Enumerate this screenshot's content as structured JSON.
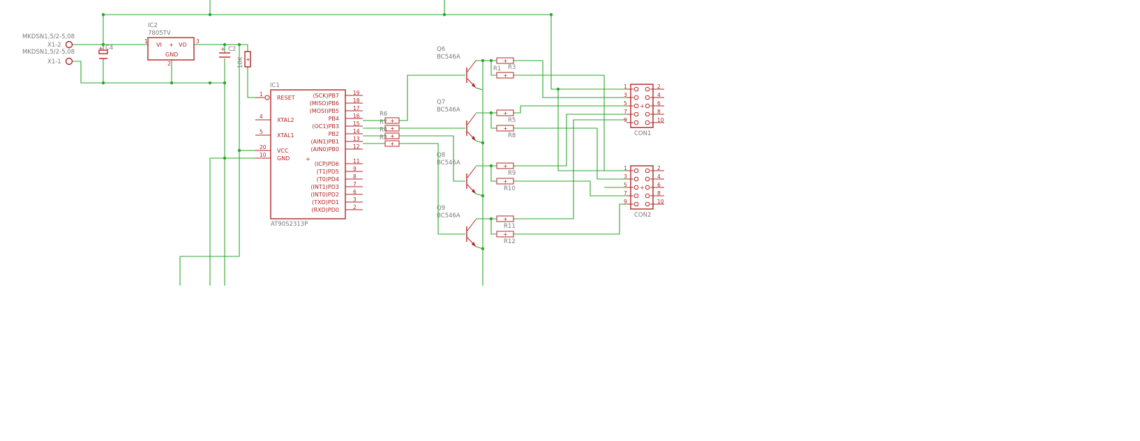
{
  "power": {
    "x1_2": {
      "name": "X1-2",
      "value": "MKDSN1,5/2-5,08"
    },
    "x1_1": {
      "name": "X1-1",
      "value": "MKDSN1,5/2-5,08"
    },
    "c4": {
      "name": "C4"
    },
    "ic2": {
      "name": "IC2",
      "value": "7805TV",
      "pin_vi": "VI",
      "pin_vo": "VO",
      "pin_gnd": "GND",
      "pin1": "1",
      "pin2": "2",
      "pin3": "3"
    },
    "c2": {
      "name": "C2"
    },
    "r_reset": {
      "value": "10K"
    }
  },
  "mcu": {
    "name": "IC1",
    "value": "AT90S2313P",
    "left_pins": [
      {
        "num": "1",
        "label": "RESET"
      },
      {
        "num": "4",
        "label": "XTAL2"
      },
      {
        "num": "5",
        "label": "XTAL1"
      },
      {
        "num": "20",
        "label": "VCC"
      },
      {
        "num": "10",
        "label": "GND"
      }
    ],
    "right_pins": [
      {
        "num": "19",
        "label": "(SCK)PB7"
      },
      {
        "num": "18",
        "label": "(MISO)PB6"
      },
      {
        "num": "17",
        "label": "(MOSI)PB5"
      },
      {
        "num": "16",
        "label": "PB4"
      },
      {
        "num": "15",
        "label": "(OC1)PB3"
      },
      {
        "num": "14",
        "label": "PB2"
      },
      {
        "num": "13",
        "label": "(AIN1)PB1"
      },
      {
        "num": "12",
        "label": "(AIN0)PB0"
      },
      {
        "num": "11",
        "label": "(ICP)PD6"
      },
      {
        "num": "9",
        "label": "(T1)PD5"
      },
      {
        "num": "8",
        "label": "(T0)PD4"
      },
      {
        "num": "7",
        "label": "(INT1)PD3"
      },
      {
        "num": "6",
        "label": "(INT0)PD2"
      },
      {
        "num": "3",
        "label": "(TXD)PD1"
      },
      {
        "num": "2",
        "label": "(RXD)PD0"
      }
    ]
  },
  "base_resistors": {
    "r6": "R6",
    "r7": "R7",
    "r4": "R4",
    "r2": "R2"
  },
  "transistors": [
    {
      "name": "Q6",
      "value": "BC546A"
    },
    {
      "name": "Q7",
      "value": "BC546A"
    },
    {
      "name": "Q8",
      "value": "BC546A"
    },
    {
      "name": "Q9",
      "value": "BC546A"
    }
  ],
  "collector_resistors": {
    "r1": "R1",
    "r3": "R3",
    "r5": "R5",
    "r8": "R8",
    "r9": "R9",
    "r10": "R10",
    "r11": "R11",
    "r12": "R12"
  },
  "connectors": [
    {
      "name": "CON1",
      "left_pins": [
        "1",
        "3",
        "5",
        "7",
        "9"
      ],
      "right_pins": [
        "2",
        "4",
        "6",
        "8",
        "10"
      ]
    },
    {
      "name": "CON2",
      "left_pins": [
        "1",
        "3",
        "5",
        "7",
        "9"
      ],
      "right_pins": [
        "2",
        "4",
        "6",
        "8",
        "10"
      ]
    }
  ]
}
